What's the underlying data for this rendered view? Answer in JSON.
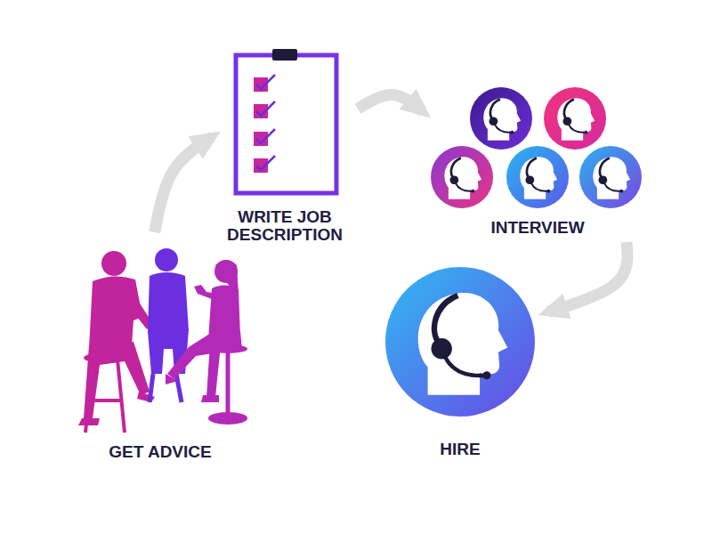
{
  "diagram": {
    "nodes": [
      {
        "text": [
          "WRITE JOB DESCRIPTION"
        ]
      },
      {
        "text": [
          "INTERVIEW"
        ]
      },
      {
        "text": [
          "HIRE"
        ]
      },
      {
        "text": [
          "GET ADVICE"
        ]
      }
    ],
    "edges": [
      {
        "from": 3,
        "to": 0,
        "arrow": "to"
      },
      {
        "from": 0,
        "to": 1,
        "arrow": "to"
      },
      {
        "from": 1,
        "to": 2,
        "arrow": "to"
      }
    ]
  }
}
